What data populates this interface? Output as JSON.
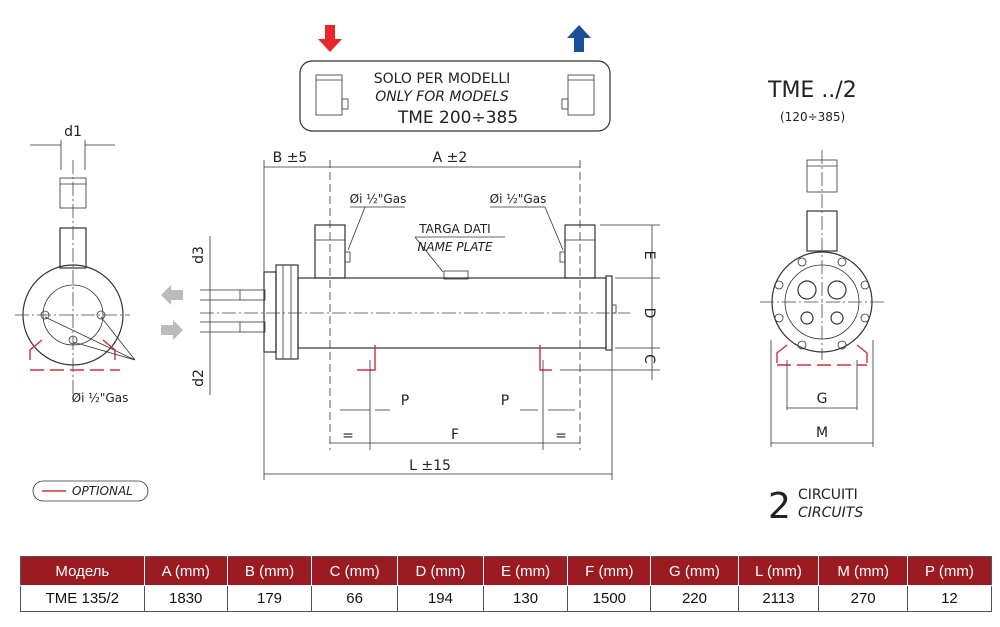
{
  "notice": {
    "line1": "SOLO PER MODELLI",
    "line2": "ONLY FOR MODELS",
    "line3": "TME 200÷385"
  },
  "right_view": {
    "title": "TME ../2",
    "range": "(120÷385)",
    "circuits_number": "2",
    "circuits_it": "CIRCUITI",
    "circuits_en": "CIRCUITS",
    "dim_g": "G",
    "dim_m": "M"
  },
  "side_view": {
    "dim_b": "B ±5",
    "dim_a": "A ±2",
    "gas_left": "Øi ½\"Gas",
    "gas_right": "Øi ½\"Gas",
    "plate_it": "TARGA DATI",
    "plate_en": "NAME PLATE",
    "dim_e": "E",
    "dim_d": "D",
    "dim_c": "C",
    "dim_p_left": "P",
    "dim_p_right": "P",
    "dim_eq_left": "=",
    "dim_eq_right": "=",
    "dim_f": "F",
    "dim_l": "L ±15",
    "dim_d3": "d3",
    "dim_d2": "d2"
  },
  "left_view": {
    "dim_d1": "d1",
    "gas": "Øi ½\"Gas"
  },
  "legend": {
    "optional": "OPTIONAL"
  },
  "colors": {
    "inlet_arrow": "#e8262c",
    "outlet_arrow": "#1a4f9a",
    "table_header": "#9a1c22",
    "optional_line": "#d0313b"
  },
  "table": {
    "headers": [
      "Модель",
      "A (mm)",
      "B (mm)",
      "C (mm)",
      "D (mm)",
      "E (mm)",
      "F (mm)",
      "G (mm)",
      "L (mm)",
      "M (mm)",
      "P (mm)"
    ],
    "rows": [
      [
        "TME 135/2",
        "1830",
        "179",
        "66",
        "194",
        "130",
        "1500",
        "220",
        "2113",
        "270",
        "12"
      ]
    ]
  }
}
